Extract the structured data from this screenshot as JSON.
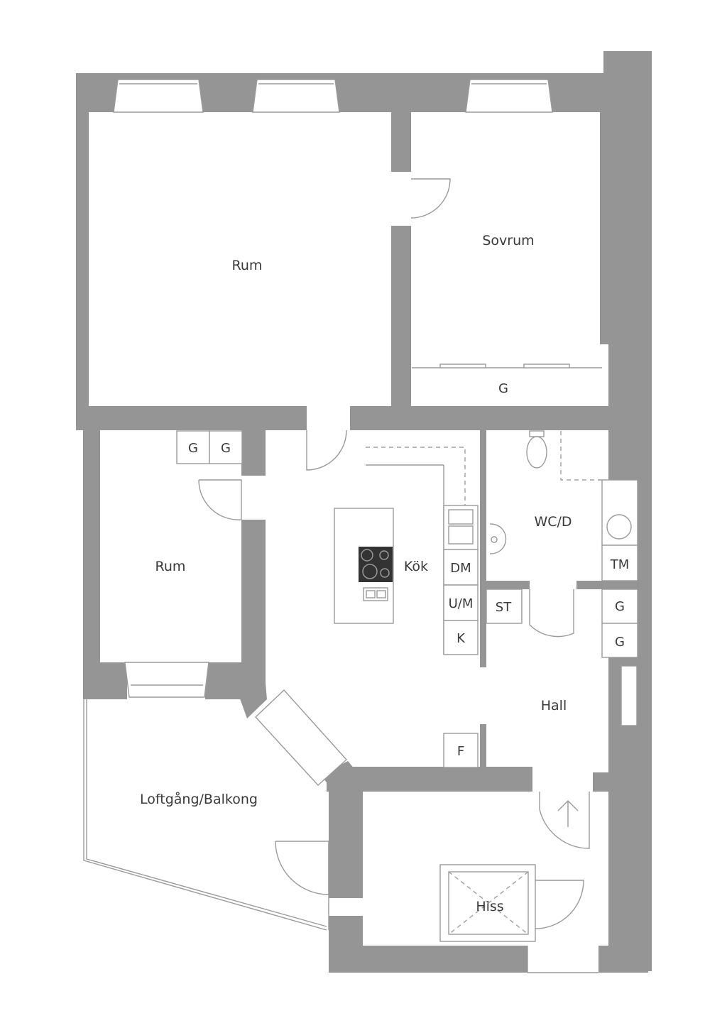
{
  "rooms": {
    "rum_large": "Rum",
    "sovrum": "Sovrum",
    "sovrum_closet": "G",
    "rum_small": "Rum",
    "closet_1": "G",
    "closet_2": "G",
    "kok": "Kök",
    "dm": "DM",
    "um": "U/M",
    "k": "K",
    "wcd": "WC/D",
    "tm": "TM",
    "st": "ST",
    "hall_closet_1": "G",
    "hall_closet_2": "G",
    "hall": "Hall",
    "f": "F",
    "balkong": "Loftgång/Balkong",
    "hiss": "Hiss"
  }
}
